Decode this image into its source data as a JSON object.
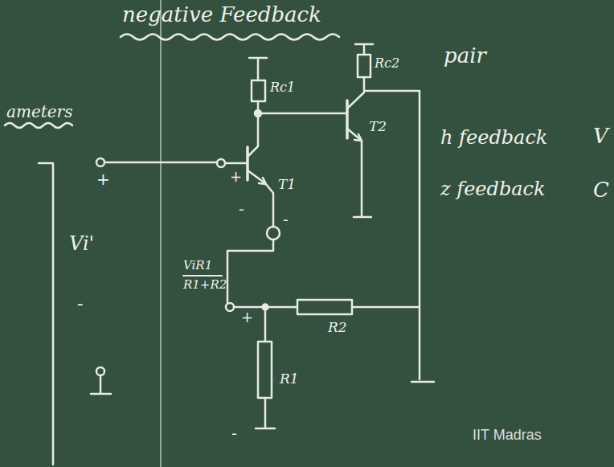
{
  "diagram": {
    "title": "negative Feedback",
    "labels": [
      "ameters",
      "pair",
      "h feedback",
      "V",
      "z feedback",
      "C",
      "Rc1",
      "Rc2",
      "T1",
      "T2",
      "+",
      "+",
      "-",
      "-",
      "Vi'",
      "-",
      "ViR1",
      "R1+R2",
      "+",
      "R2",
      "R1",
      "-",
      "IIT Madras"
    ]
  }
}
